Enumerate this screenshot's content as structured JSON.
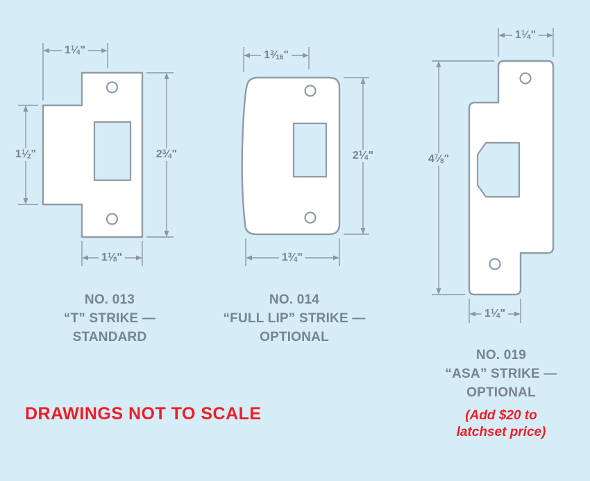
{
  "page": {
    "background": "#d6edf8",
    "scale_note": "DRAWINGS NOT TO SCALE"
  },
  "colors": {
    "plate_fill": "#ffffff",
    "outline_gray": "#909ca6",
    "dimension_gray": "#8b98a2",
    "text_gray": "#76848e",
    "accent_red": "#ee1d25"
  },
  "figures": [
    {
      "number": "NO. 013",
      "title": "“T” STRIKE —",
      "subtitle": "STANDARD",
      "dimensions": {
        "top": "1 1/4\"",
        "left": "1 1/2\"",
        "right": "2 3/4\"",
        "bottom": "1 1/8\""
      }
    },
    {
      "number": "NO. 014",
      "title": "“FULL LIP” STRIKE —",
      "subtitle": "OPTIONAL",
      "dimensions": {
        "top": "1 3/16\"",
        "right": "2 1/4\"",
        "bottom": "1 3/4\""
      }
    },
    {
      "number": "NO. 019",
      "title": "“ASA” STRIKE —",
      "subtitle": "OPTIONAL",
      "dimensions": {
        "top": "1 1/4\"",
        "left": "4 7/8\"",
        "bottom": "1 1/4\""
      },
      "price_note_lines": [
        "(Add $20 to",
        "latchset price)"
      ]
    }
  ]
}
